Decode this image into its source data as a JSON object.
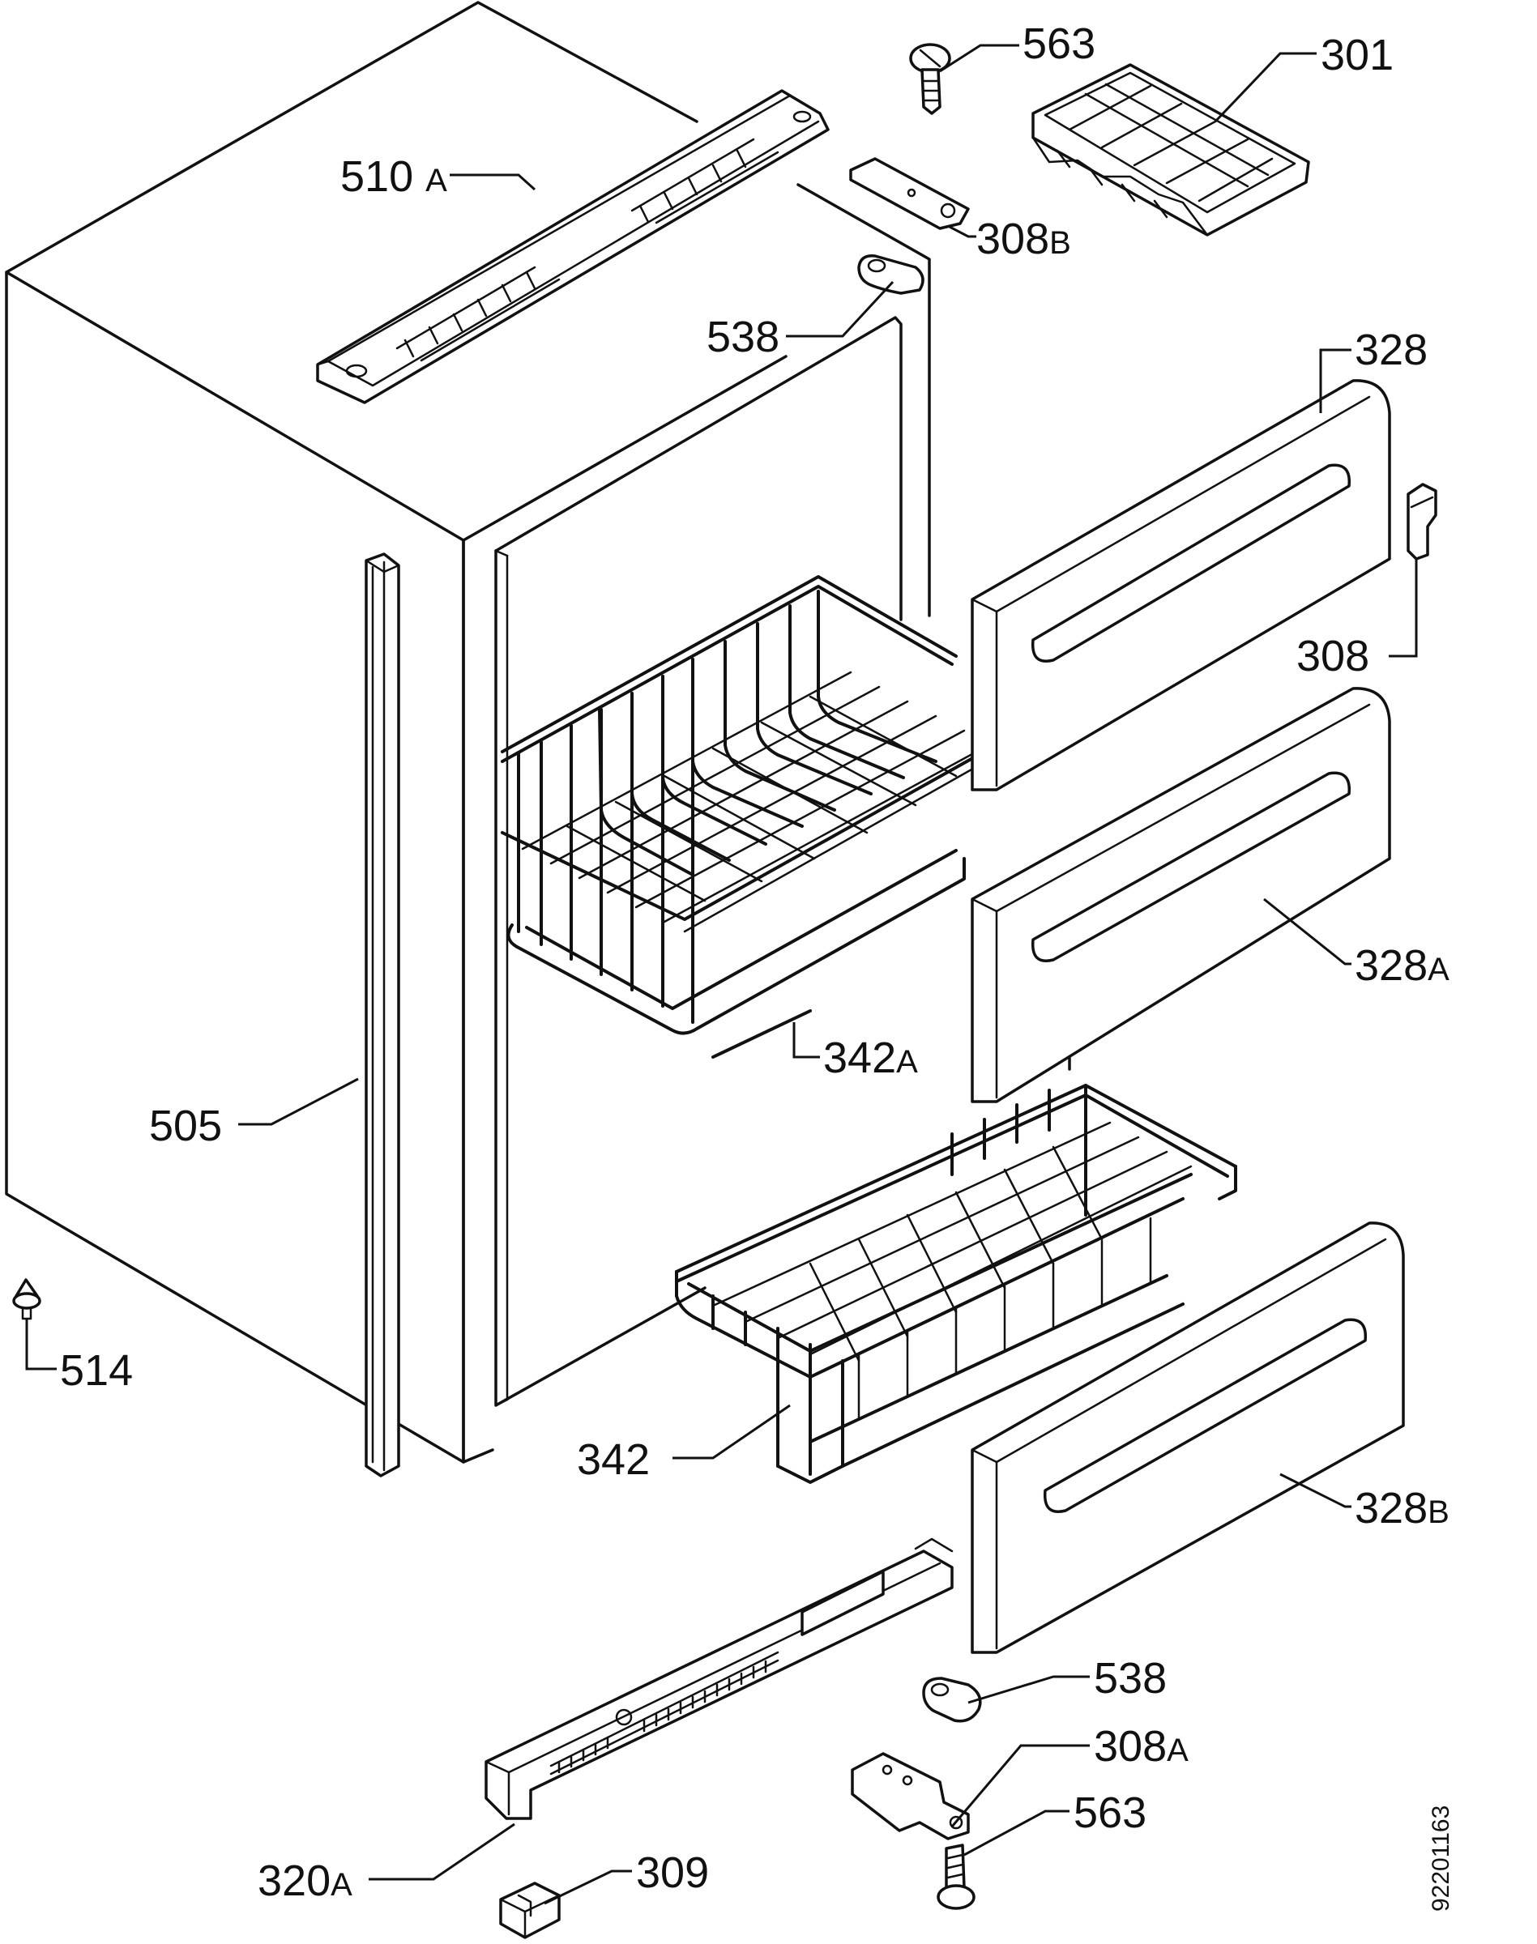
{
  "diagram": {
    "drawing_number": "92201163",
    "callouts": [
      {
        "id": "c-563-top",
        "num": "563",
        "suffix": ""
      },
      {
        "id": "c-301",
        "num": "301",
        "suffix": ""
      },
      {
        "id": "c-510a",
        "num": "510",
        "suffix": "A"
      },
      {
        "id": "c-308b",
        "num": "308",
        "suffix": "B"
      },
      {
        "id": "c-538-top",
        "num": "538",
        "suffix": ""
      },
      {
        "id": "c-328",
        "num": "328",
        "suffix": ""
      },
      {
        "id": "c-308",
        "num": "308",
        "suffix": ""
      },
      {
        "id": "c-328a",
        "num": "328",
        "suffix": "A"
      },
      {
        "id": "c-342a",
        "num": "342",
        "suffix": "A"
      },
      {
        "id": "c-505",
        "num": "505",
        "suffix": ""
      },
      {
        "id": "c-514",
        "num": "514",
        "suffix": ""
      },
      {
        "id": "c-342",
        "num": "342",
        "suffix": ""
      },
      {
        "id": "c-328b",
        "num": "328",
        "suffix": "B"
      },
      {
        "id": "c-538-bot",
        "num": "538",
        "suffix": ""
      },
      {
        "id": "c-308a",
        "num": "308",
        "suffix": "A"
      },
      {
        "id": "c-563-bot",
        "num": "563",
        "suffix": ""
      },
      {
        "id": "c-320a",
        "num": "320",
        "suffix": "A"
      },
      {
        "id": "c-309",
        "num": "309",
        "suffix": ""
      }
    ]
  }
}
